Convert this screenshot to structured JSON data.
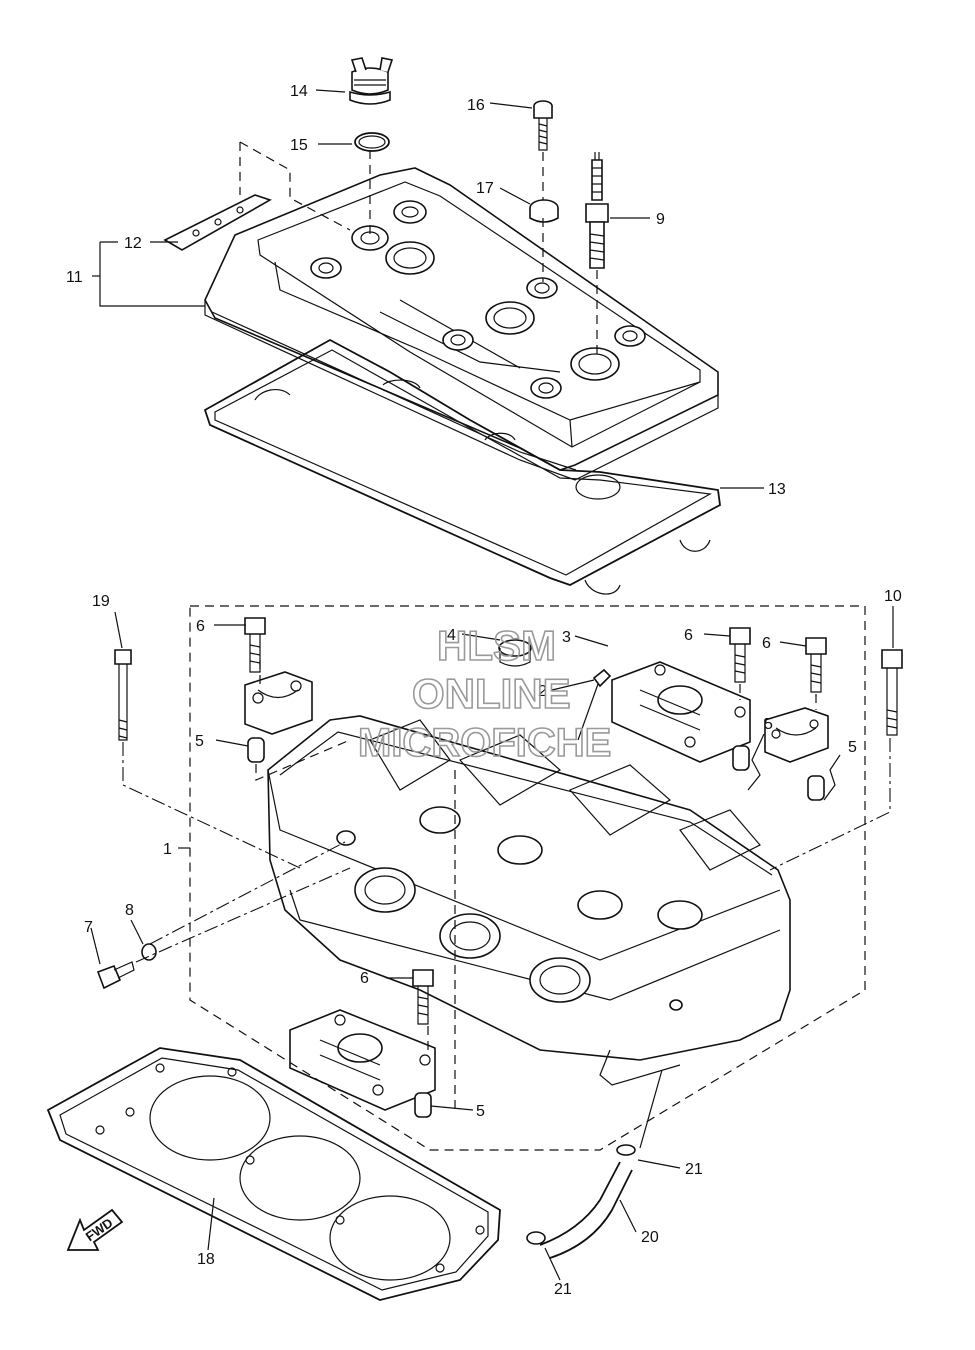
{
  "watermark": {
    "line1": "HLSM",
    "line2": "ONLINE",
    "line3": "MICROFICHE"
  },
  "fwd_arrow_text": "FWD",
  "callouts": [
    {
      "id": "14",
      "text": "14"
    },
    {
      "id": "16",
      "text": "16"
    },
    {
      "id": "15",
      "text": "15"
    },
    {
      "id": "17",
      "text": "17"
    },
    {
      "id": "9",
      "text": "9"
    },
    {
      "id": "12",
      "text": "12"
    },
    {
      "id": "11",
      "text": "11"
    },
    {
      "id": "13",
      "text": "13"
    },
    {
      "id": "19",
      "text": "19"
    },
    {
      "id": "10",
      "text": "10"
    },
    {
      "id": "6a",
      "text": "6"
    },
    {
      "id": "4",
      "text": "4"
    },
    {
      "id": "3",
      "text": "3"
    },
    {
      "id": "6b",
      "text": "6"
    },
    {
      "id": "6c",
      "text": "6"
    },
    {
      "id": "2",
      "text": "2"
    },
    {
      "id": "5a",
      "text": "5"
    },
    {
      "id": "5b",
      "text": "5"
    },
    {
      "id": "5c",
      "text": "5"
    },
    {
      "id": "1",
      "text": "1"
    },
    {
      "id": "8",
      "text": "8"
    },
    {
      "id": "7",
      "text": "7"
    },
    {
      "id": "6d",
      "text": "6"
    },
    {
      "id": "5d",
      "text": "5"
    },
    {
      "id": "21a",
      "text": "21"
    },
    {
      "id": "20",
      "text": "20"
    },
    {
      "id": "18",
      "text": "18"
    },
    {
      "id": "21b",
      "text": "21"
    }
  ]
}
